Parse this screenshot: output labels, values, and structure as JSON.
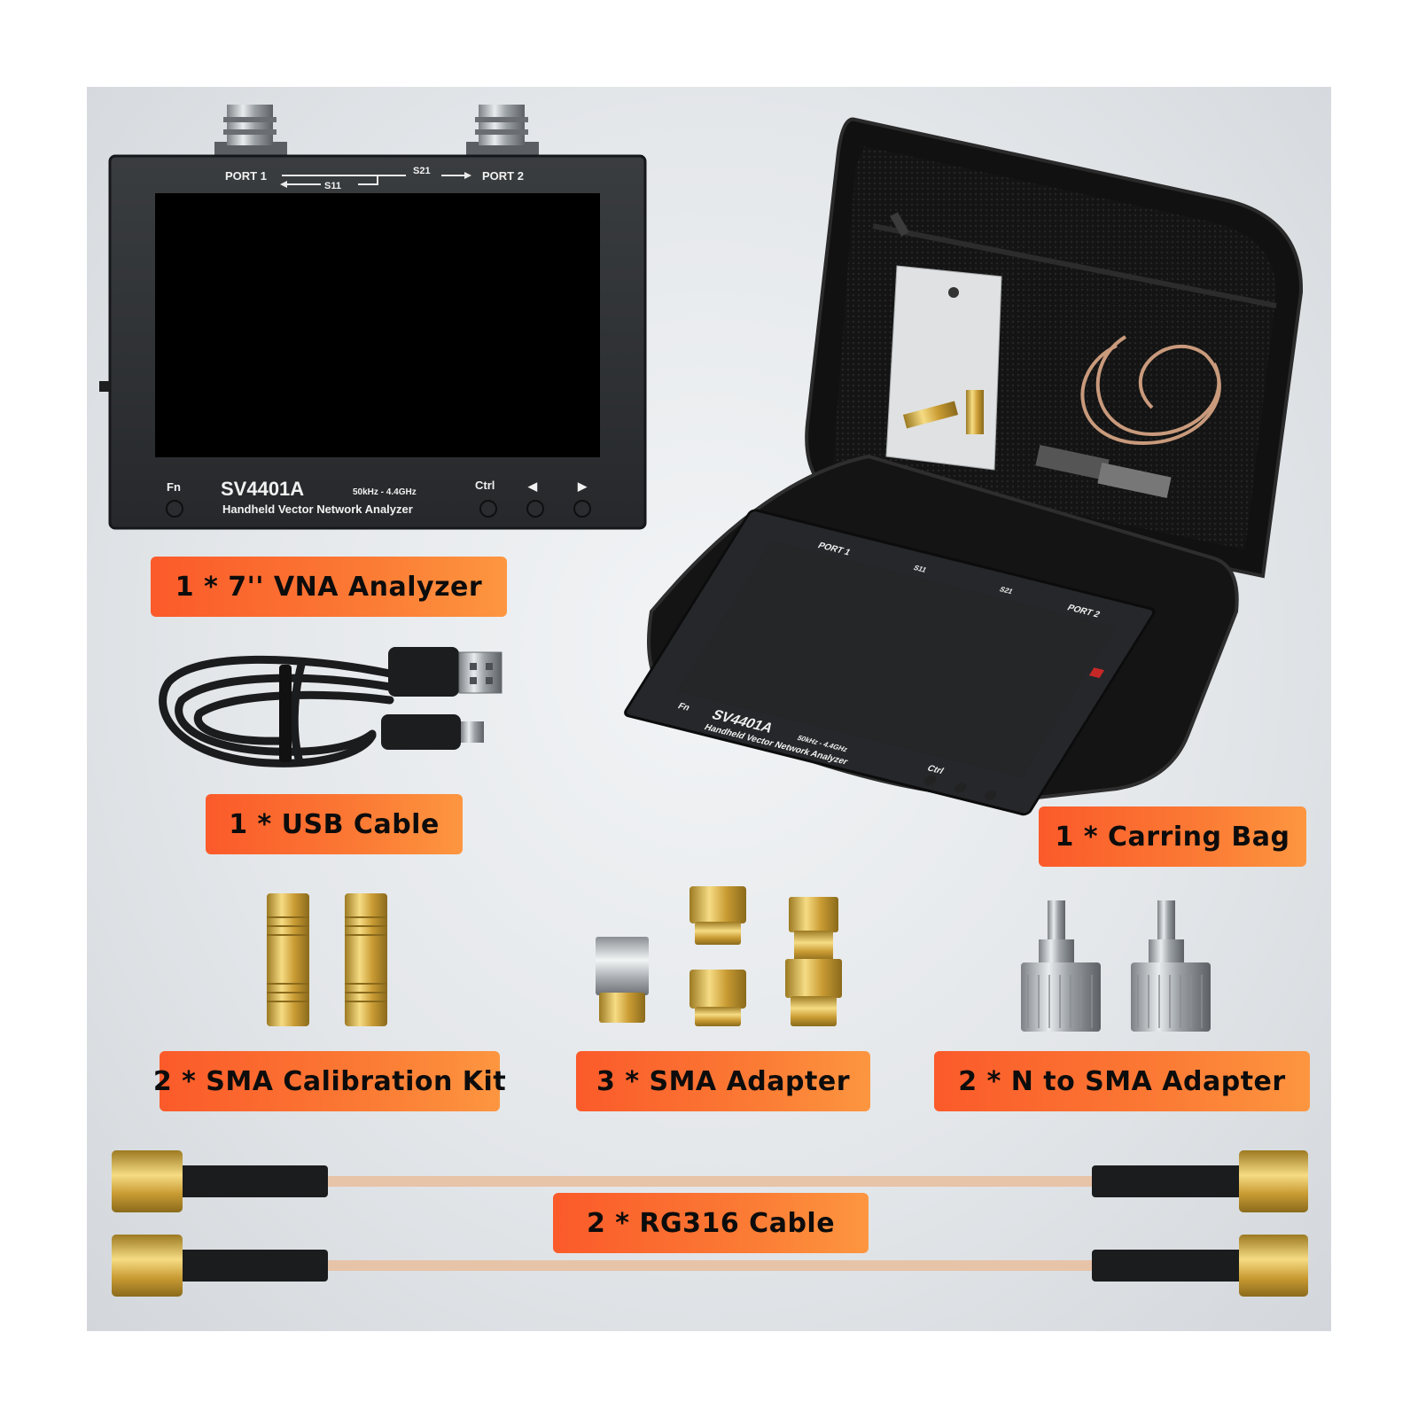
{
  "labels": {
    "vna": "1 * 7'' VNA Analyzer",
    "usb": "1 * USB Cable",
    "bag": "1 * Carring Bag",
    "cal": "2 * SMA Calibration Kit",
    "sma": "3 * SMA Adapter",
    "n2sma": "2 * N to SMA Adapter",
    "rg316": "2 * RG316 Cable"
  },
  "device": {
    "port1": "PORT 1",
    "port2": "PORT 2",
    "s11": "S11",
    "s21": "S21",
    "model": "SV4401A",
    "range": "50kHz - 4.4GHz",
    "subtitle": "Handheld Vector Network Analyzer",
    "fn": "Fn",
    "ctrl": "Ctrl",
    "left": "◀",
    "right": "▶"
  },
  "bag_device": {
    "port1": "PORT 1",
    "port2": "PORT 2",
    "s11": "S11",
    "s21": "S21",
    "model": "SV4401A",
    "range": "50kHz - 4.4GHz",
    "subtitle": "Handheld Vector Network Analyzer",
    "fn": "Fn",
    "ctrl": "Ctrl"
  },
  "colors": {
    "label_orange": "#fb6a2f",
    "device_body": "#2b2d30",
    "screen": "#000000",
    "gold": "#d9b24a",
    "cable": "#e7c3a8"
  }
}
